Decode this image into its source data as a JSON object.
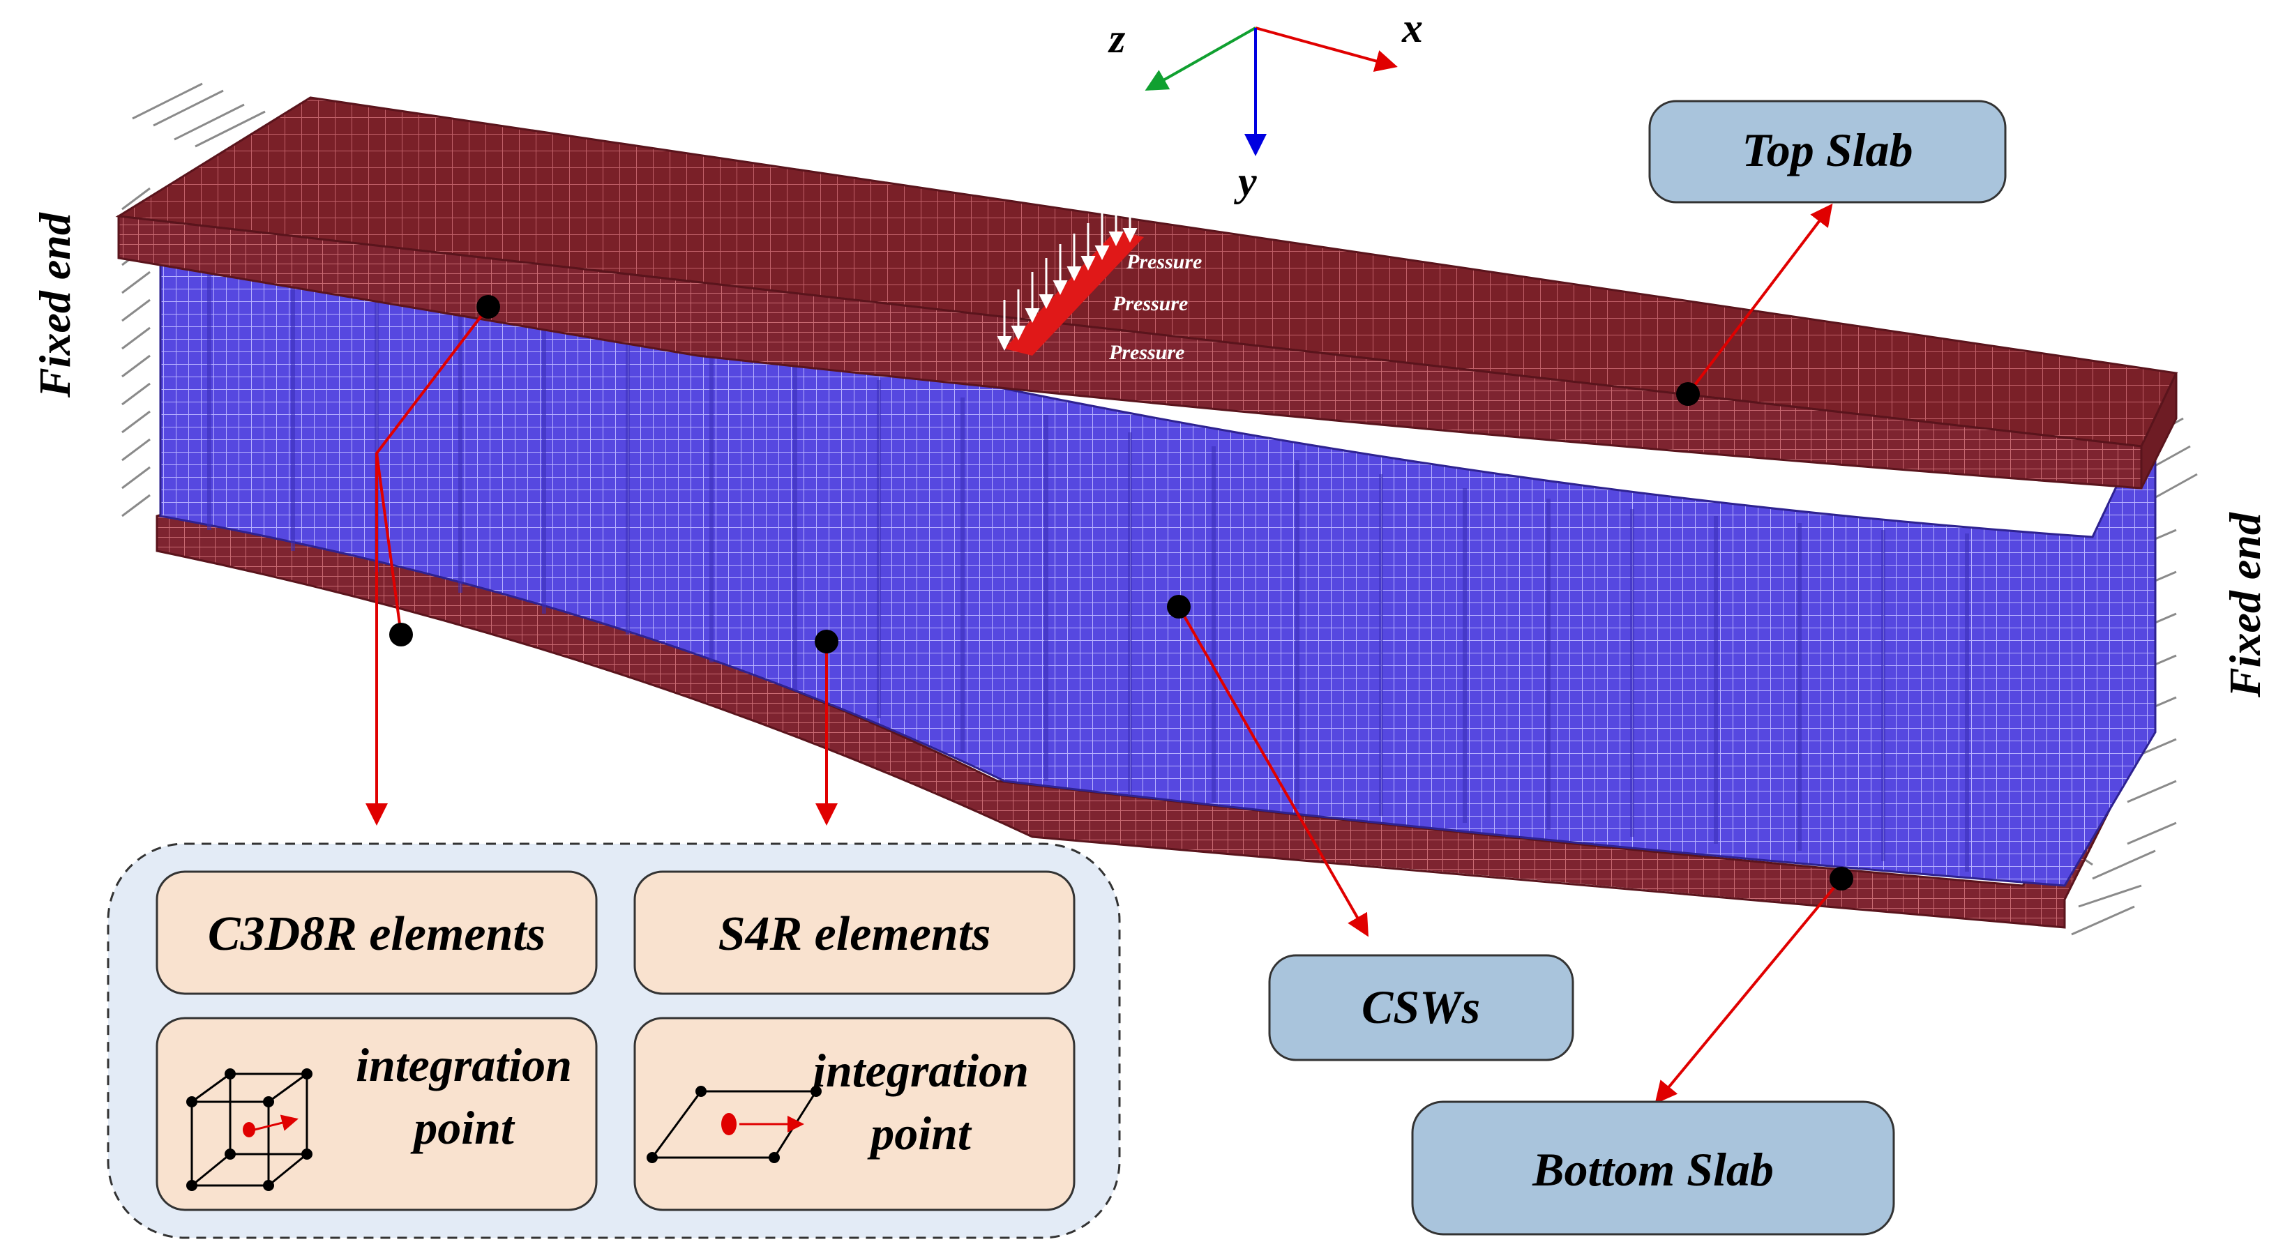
{
  "axes": {
    "x": "x",
    "y": "y",
    "z": "z"
  },
  "boundary": {
    "left": "Fixed end",
    "right": "Fixed end"
  },
  "load": {
    "labels": [
      "Pressure",
      "Pressure",
      "Pressure"
    ]
  },
  "callouts": {
    "top_slab": "Top Slab",
    "csws": "CSWs",
    "bottom_slab": "Bottom Slab"
  },
  "elements": {
    "solid": {
      "name": "C3D8R elements",
      "desc_line1": "integration",
      "desc_line2": "point"
    },
    "shell": {
      "name": "S4R elements",
      "desc_line1": "integration",
      "desc_line2": "point"
    }
  },
  "colors": {
    "slab": "#7a2028",
    "web": "#5648e0",
    "leader": "#e00000",
    "callout_fill": "#a9c4dc",
    "element_box_fill": "#f9e2cf",
    "legend_panel_fill": "#e3ebf6",
    "axis_x": "#e00000",
    "axis_y": "#0000e0",
    "axis_z": "#10a030"
  }
}
